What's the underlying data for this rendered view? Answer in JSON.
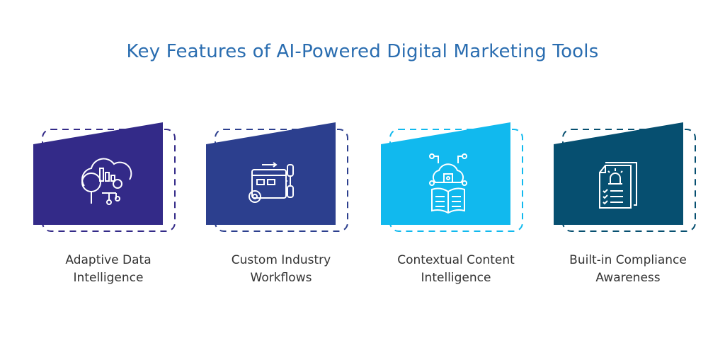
{
  "title": "Key Features of AI-Powered Digital Marketing Tools",
  "features": [
    {
      "line1": "Adaptive Data",
      "line2": "Intelligence",
      "icon": "cloud-analytics-search-icon",
      "color": "#332a88"
    },
    {
      "line1": "Custom Industry",
      "line2": "Workflows",
      "icon": "workflow-gear-icon",
      "color": "#2c3f8e"
    },
    {
      "line1": "Contextual Content",
      "line2": "Intelligence",
      "icon": "ai-brain-book-icon",
      "color": "#11b9ee"
    },
    {
      "line1": "Built-in Compliance",
      "line2": "Awareness",
      "icon": "compliance-checklist-icon",
      "color": "#064f70"
    }
  ]
}
